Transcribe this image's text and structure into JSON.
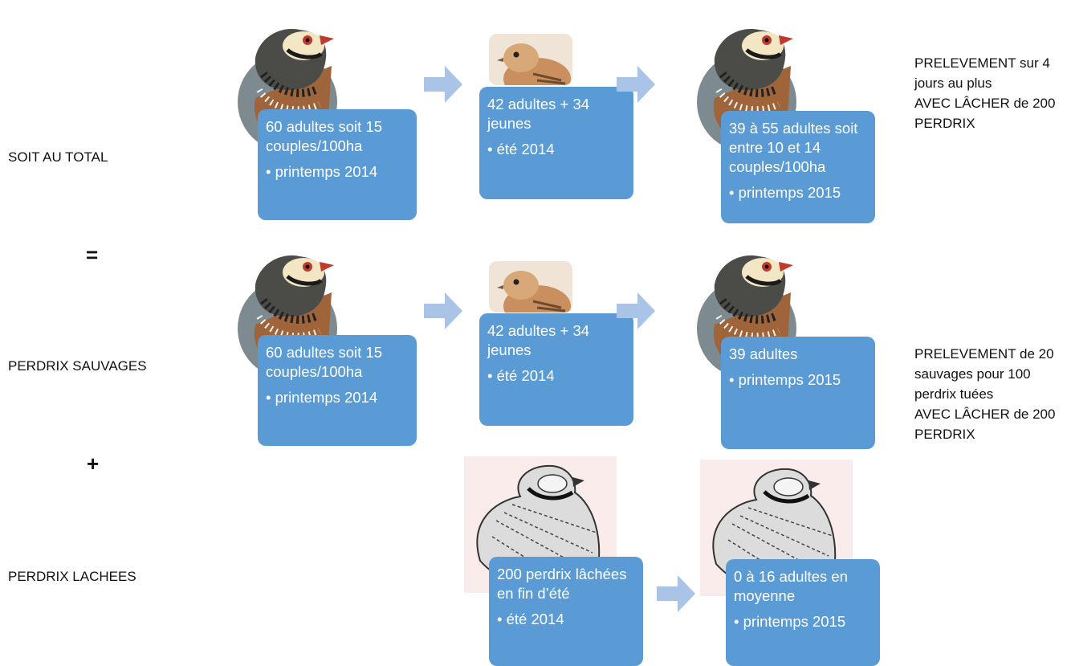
{
  "labels": {
    "row1": "SOIT AU TOTAL",
    "equals": "=",
    "row2": "PERDRIX SAUVAGES",
    "plus": "+",
    "row3": "PERDRIX LACHEES"
  },
  "rows": [
    {
      "boxes": [
        {
          "text": "60 adultes soit 15 couples/100ha",
          "bullet": "printemps 2014"
        },
        {
          "text": "42 adultes + 34 jeunes",
          "bullet": "été 2014"
        },
        {
          "text": "39 à 55 adultes soit entre 10 et 14 couples/100ha",
          "bullet": "printemps 2015"
        }
      ],
      "note": [
        "PRELEVEMENT sur 4",
        "jours au plus",
        "AVEC LÂCHER de 200",
        "PERDRIX"
      ]
    },
    {
      "boxes": [
        {
          "text": "60 adultes soit 15 couples/100ha",
          "bullet": "printemps 2014"
        },
        {
          "text": "42 adultes + 34 jeunes",
          "bullet": "été 2014"
        },
        {
          "text": "39 adultes",
          "bullet": "printemps 2015"
        }
      ],
      "note": [
        "PRELEVEMENT de 20",
        "sauvages pour 100",
        "perdrix tuées",
        "AVEC LÂCHER de 200",
        "PERDRIX"
      ]
    },
    {
      "boxes": [
        {
          "text": "200 perdrix lâchées en fin d’été",
          "bullet": "été 2014"
        },
        {
          "text": "0 à 16 adultes en moyenne",
          "bullet": "printemps 2015"
        }
      ]
    }
  ],
  "colors": {
    "box": "#5b9bd5",
    "arrow": "#a9c4e6"
  },
  "icons": {
    "bird": "red-legged-partridge",
    "chick": "partridge-chick",
    "sketch": "partridge-sketch"
  }
}
